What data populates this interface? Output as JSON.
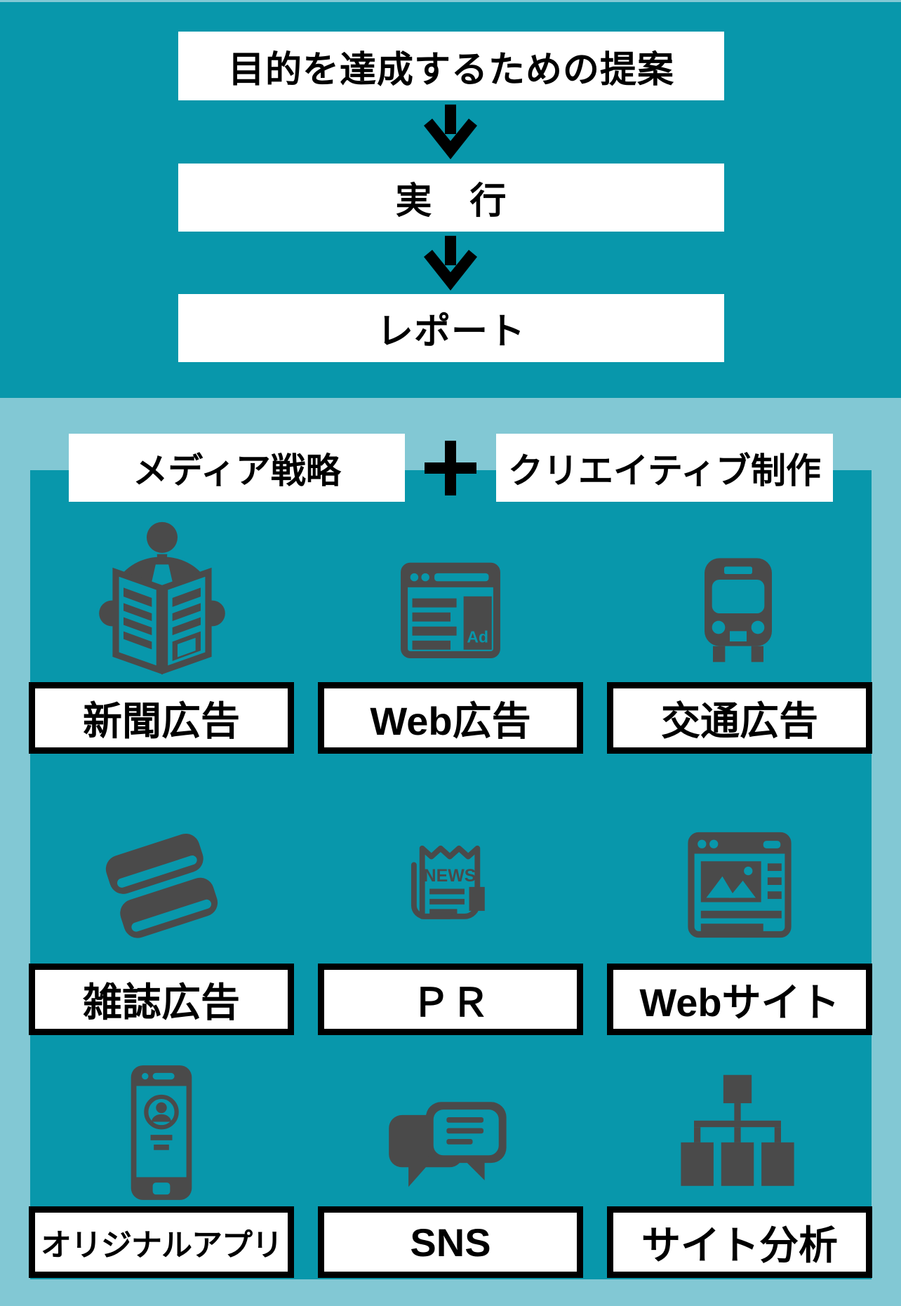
{
  "colors": {
    "teal": "#0897ab",
    "light": "#82c8d4",
    "icon": "#4a4a4a",
    "ink": "#000000",
    "white": "#ffffff"
  },
  "flow": {
    "steps": [
      "目的を達成するための提案",
      "実　行",
      "レポート"
    ]
  },
  "strategy": {
    "left": "メディア戦略",
    "right": "クリエイティブ制作"
  },
  "grid": {
    "items": [
      {
        "label": "新聞広告",
        "icon": "newspaper-reader-icon"
      },
      {
        "label": "Web広告",
        "icon": "web-ad-browser-icon",
        "ad_text": "Ad"
      },
      {
        "label": "交通広告",
        "icon": "bus-icon"
      },
      {
        "label": "雑誌広告",
        "icon": "magazines-icon"
      },
      {
        "label": "ＰＲ",
        "icon": "news-paper-icon",
        "news_text": "NEWS"
      },
      {
        "label": "Webサイト",
        "icon": "website-browser-icon"
      },
      {
        "label": "オリジナルアプリ",
        "icon": "smartphone-app-icon"
      },
      {
        "label": "SNS",
        "icon": "chat-bubbles-icon"
      },
      {
        "label": "サイト分析",
        "icon": "sitemap-icon"
      }
    ]
  }
}
